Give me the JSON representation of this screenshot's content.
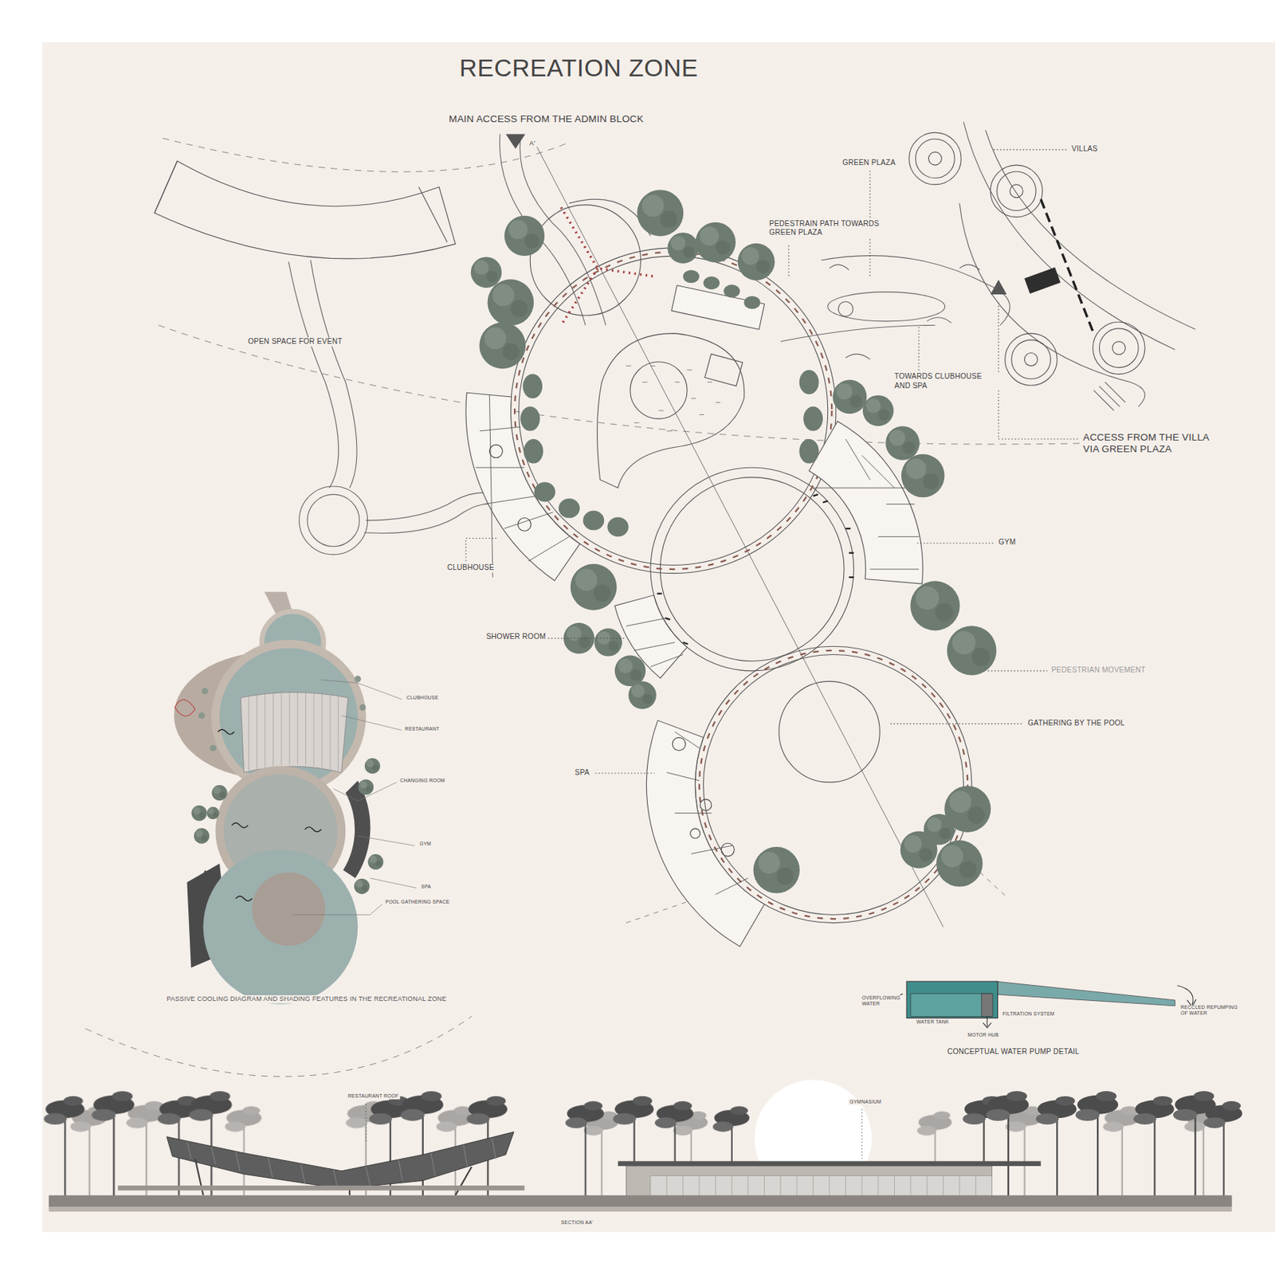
{
  "diagram": {
    "title": "RECREATION ZONE",
    "labels": [
      "MAIN ACCESS FROM THE ADMIN BLOCK",
      "A'",
      "GREEN PLAZA",
      "VILLAS",
      "PEDESTRAIN PATH TOWARDS GREEN PLAZA",
      "OPEN SPACE FOR EVENT",
      "TOWARDS CLUBHOUSE AND SPA",
      "ACCESS FROM THE VILLA VIA GREEN PLAZA",
      "GYM",
      "CLUBHOUSE",
      "SHOWER ROOM",
      "PEDESTRIAN MOVEMENT",
      "GATHERING BY THE POOL",
      "SPA",
      "CLUBHOUSE",
      "RESTAURANT",
      "CHANGING ROOM",
      "GYM",
      "SPA",
      "POOL GATHERING SPACE",
      "PASSIVE COOLING DIAGRAM AND SHADING FEATURES IN THE RECREATIONAL ZONE",
      "OVERFLOWING WATER",
      "WATER TANK",
      "FILTRATION SYSTEM",
      "MOTOR HUB",
      "RECCLED REPUMPING OF WATER",
      "CONCEPTUAL WATER PUMP DETAIL",
      "RESTAURANT ROOF",
      "GYMNASIUM",
      "SECTION AA'"
    ]
  }
}
